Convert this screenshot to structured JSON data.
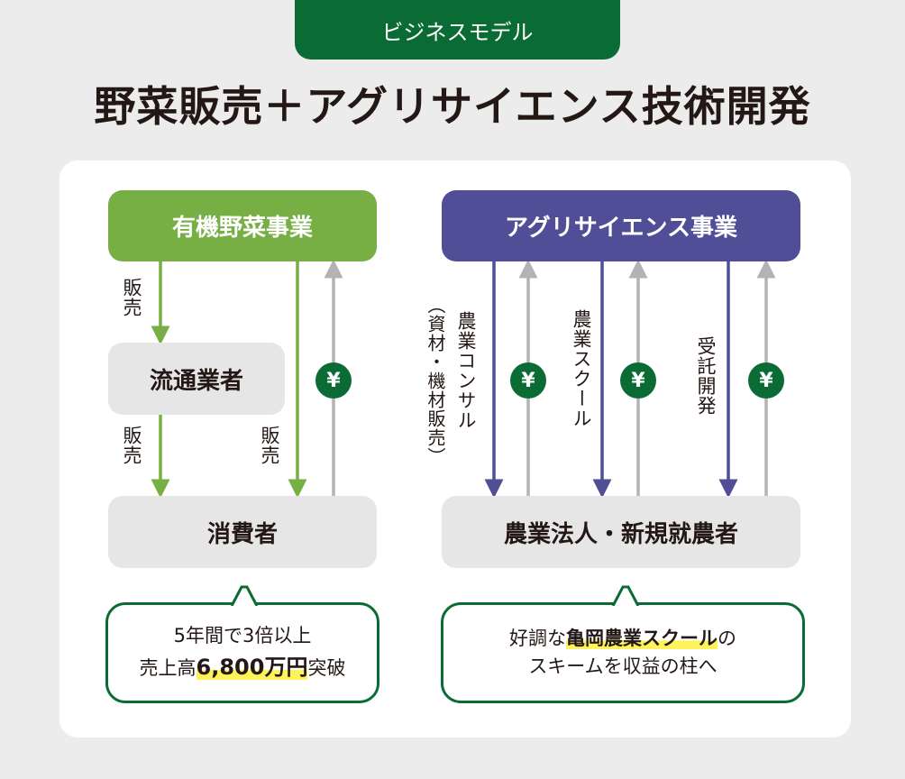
{
  "header": {
    "tag": "ビジネスモデル",
    "title": "野菜販売＋アグリサイエンス技術開発"
  },
  "left": {
    "top_box": "有機野菜事業",
    "middle_box": "流通業者",
    "bottom_box": "消費者",
    "label_sell_1": "販売",
    "label_sell_2": "販売",
    "label_sell_3": "販売",
    "yen": "¥",
    "bubble": {
      "line1": "5年間で3倍以上",
      "line2_pre": "売上高",
      "line2_hl": "6,800万円",
      "line2_post": "突破"
    }
  },
  "right": {
    "top_box": "アグリサイエンス事業",
    "bottom_box": "農業法人・新規就農者",
    "label_consult": "農業コンサル",
    "label_consult_sub": "（資材・機材販売）",
    "label_school": "農業スクール",
    "label_contract": "受託開発",
    "yen": "¥",
    "bubble": {
      "line1_pre": "好調な",
      "line1_hl": "亀岡農業スクール",
      "line1_post": "の",
      "line2": "スキームを収益の柱へ"
    }
  },
  "colors": {
    "green_dark": "#0b6b35",
    "green_light": "#77af45",
    "purple": "#4f4e96",
    "grey_arrow": "#b3b3b3"
  }
}
